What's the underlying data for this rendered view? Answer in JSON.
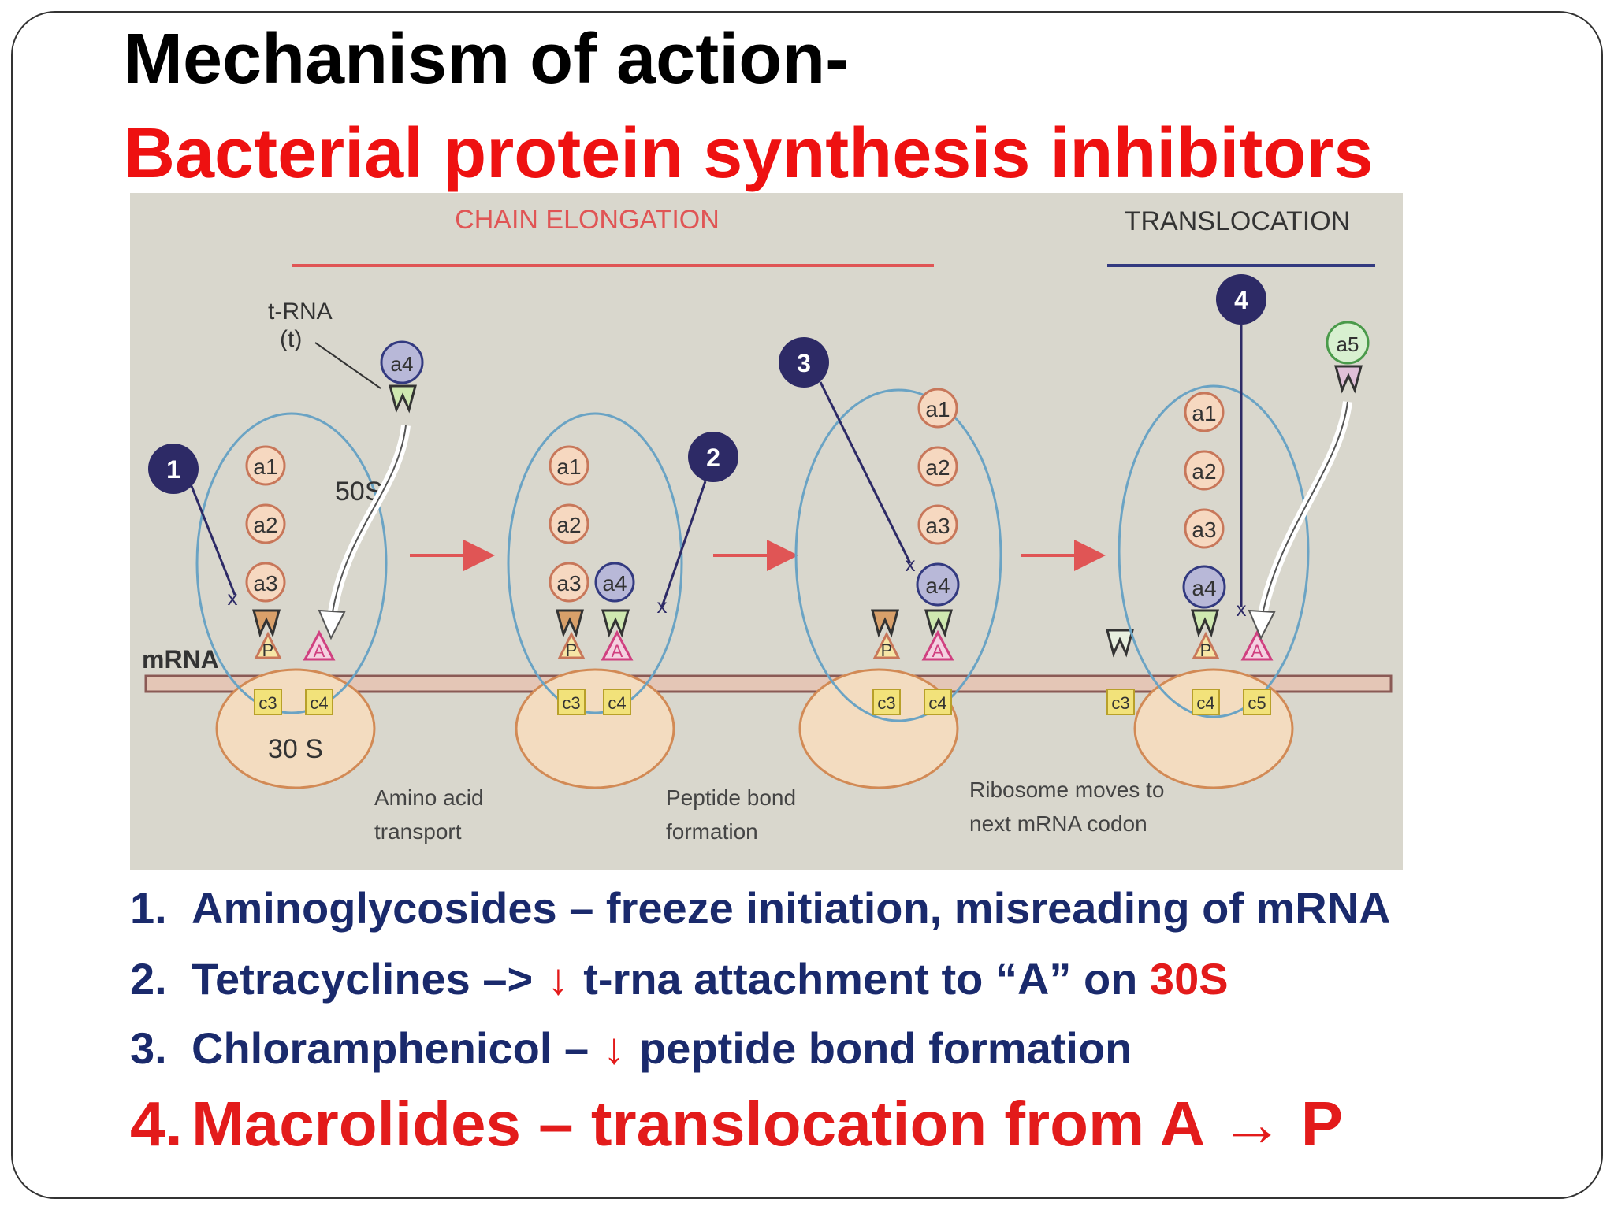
{
  "slide": {
    "title": "Mechanism of action-",
    "subtitle": "Bacterial protein synthesis inhibitors"
  },
  "diagram": {
    "header_left": "CHAIN  ELONGATION",
    "header_right": "TRANSLOCATION",
    "trna_label": "t-RNA",
    "trna_label2": "(t)",
    "large_subunit": "50S",
    "small_subunit": "30 S",
    "mrna_label": "mRNA",
    "site_p": "P",
    "site_a": "A",
    "markers": [
      "1",
      "2",
      "3",
      "4"
    ],
    "amino_acids": [
      "a1",
      "a2",
      "a3",
      "a4",
      "a5"
    ],
    "codons": [
      "c3",
      "c4",
      "c5"
    ],
    "captions": {
      "step1_line1": "Amino acid",
      "step1_line2": "transport",
      "step2_line1": "Peptide bond",
      "step2_line2": "formation",
      "step3_line1": "Ribosome moves to",
      "step3_line2": "next mRNA codon"
    },
    "colors": {
      "background": "#d9d7cd",
      "ribosome_outline": "#6aa3c4",
      "small_subunit_fill": "#f3dcc0",
      "marker_fill": "#2d2a66",
      "arrow_red": "#e05555",
      "mrna_fill": "#e4c6b6"
    }
  },
  "bullets": [
    {
      "num": "1.",
      "text": "Aminoglycosides –  freeze initiation, misreading of mRNA"
    },
    {
      "num": "2.",
      "pre": "Tetracyclines –>",
      "arrow": "↓",
      "post": "t-rna attachment to “A” on",
      "highlight": "30S"
    },
    {
      "num": "3.",
      "pre": "Chloramphenicol –",
      "arrow": "↓",
      "post": "peptide bond formation"
    },
    {
      "num": "4.",
      "text": "Macrolides – translocation from A → P"
    }
  ]
}
